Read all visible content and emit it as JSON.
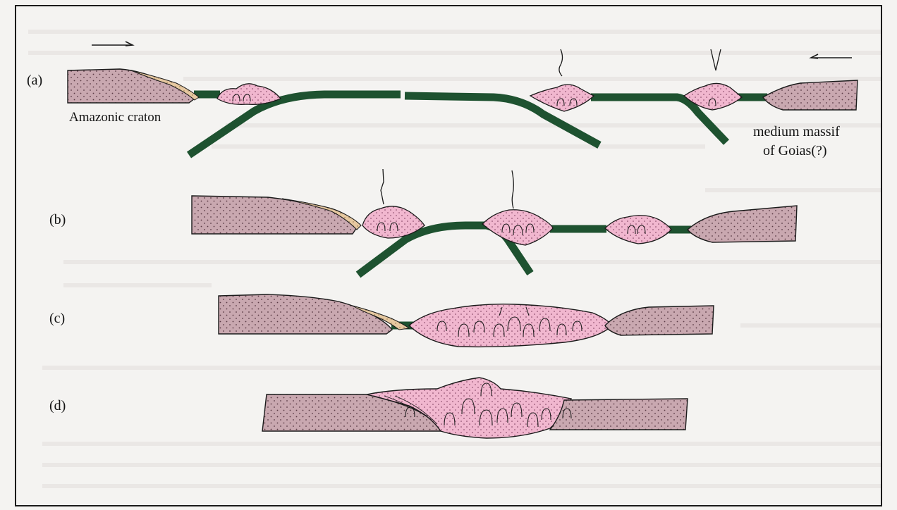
{
  "panels": {
    "a": {
      "label": "(a)"
    },
    "b": {
      "label": "(b)"
    },
    "c": {
      "label": "(c)"
    },
    "d": {
      "label": "(d)"
    }
  },
  "labels": {
    "craton": "Amazonic craton",
    "massif_line1": "medium massif",
    "massif_line2": "of Goias(?)"
  },
  "colors": {
    "continental_crust": "#c9a8b0",
    "arc_crust": "#f1b7cf",
    "oceanic_slab": "#1e5230",
    "sediment_wedge": "#e6c8a0",
    "background": "#f4f3f1",
    "frame": "#1a1a1a"
  }
}
